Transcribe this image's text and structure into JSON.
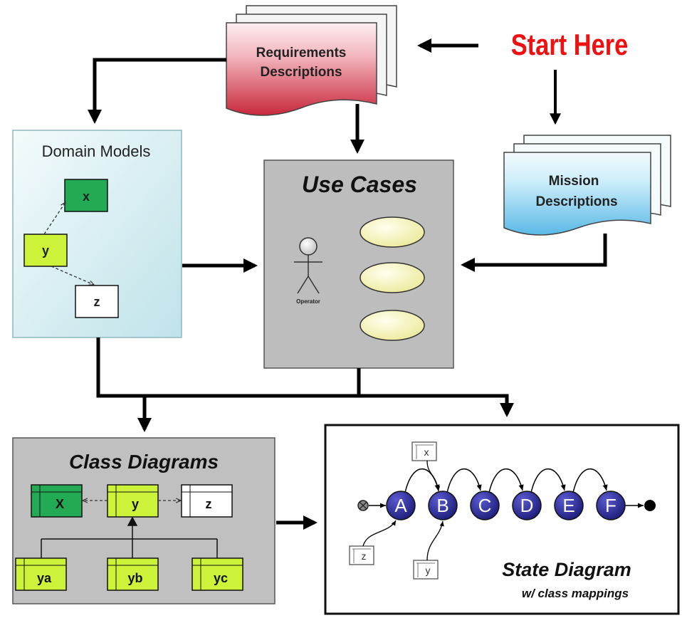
{
  "start_here": "Start Here",
  "requirements": {
    "line1": "Requirements",
    "line2": "Descriptions"
  },
  "mission": {
    "line1": "Mission",
    "line2": "Descriptions"
  },
  "domain_models": {
    "title": "Domain Models",
    "boxes": {
      "x": "x",
      "y": "y",
      "z": "z"
    }
  },
  "use_cases": {
    "title": "Use Cases",
    "actor": "Operator"
  },
  "class_diagrams": {
    "title": "Class Diagrams",
    "classes": {
      "x": "X",
      "y": "y",
      "z": "z",
      "ya": "ya",
      "yb": "yb",
      "yc": "yc"
    }
  },
  "state_diagram": {
    "title": "State Diagram",
    "subtitle": "w/ class mappings",
    "states": [
      "A",
      "B",
      "C",
      "D",
      "E",
      "F"
    ],
    "mappings": {
      "x": "x",
      "z": "z",
      "y": "y"
    }
  },
  "colors": {
    "start_here": "#ee1111",
    "requirements_top": "#fde6e8",
    "requirements_bottom": "#c8283b",
    "mission_top": "#eaf7fb",
    "mission_bottom": "#5ab9e6",
    "domain_bg": "#d8eef2",
    "use_case_bg": "#bdbdbd",
    "class_bg": "#c0c0c0",
    "green_dark": "#22aa55",
    "green_light": "#ccf23a",
    "state_fill": "#2e2e9e",
    "ellipse": "#f8f6b8"
  }
}
